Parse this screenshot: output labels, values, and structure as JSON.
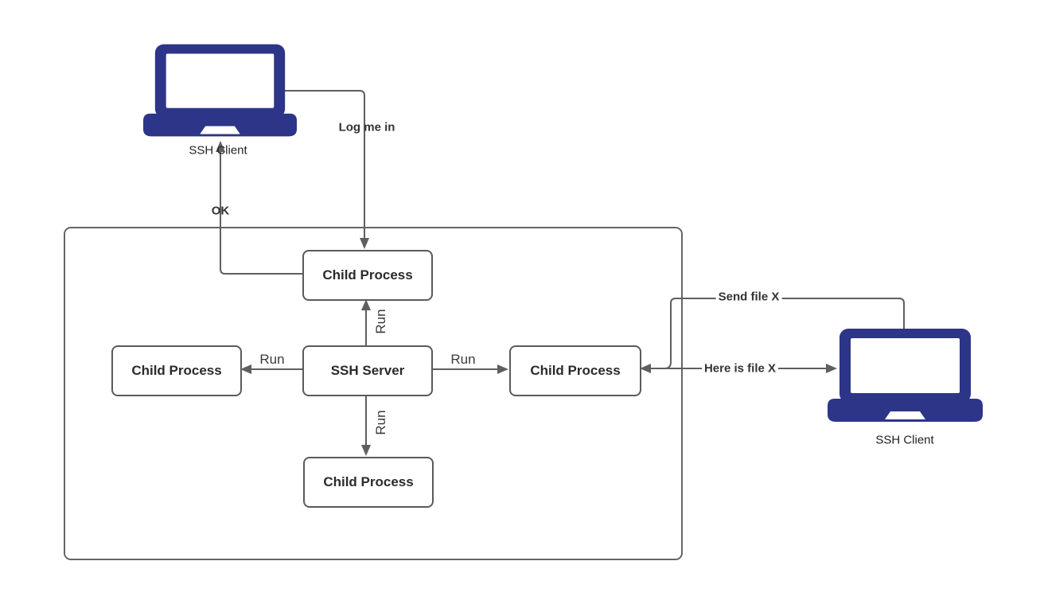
{
  "diagram": {
    "kind": "ssh-architecture-flow",
    "nodes": {
      "client_left": {
        "label": "SSH Client"
      },
      "client_right": {
        "label": "SSH Client"
      },
      "server": {
        "label": "SSH Server"
      },
      "child_top": {
        "label": "Child Process"
      },
      "child_left": {
        "label": "Child Process"
      },
      "child_right": {
        "label": "Child Process"
      },
      "child_bottom": {
        "label": "Child Process"
      }
    },
    "edges": {
      "log_me_in": {
        "label": "Log me in"
      },
      "ok": {
        "label": "OK"
      },
      "run_up": {
        "label": "Run"
      },
      "run_left": {
        "label": "Run"
      },
      "run_right": {
        "label": "Run"
      },
      "run_down": {
        "label": "Run"
      },
      "send_file": {
        "label": "Send file X"
      },
      "here_is_file": {
        "label": "Here is file X"
      }
    },
    "colors": {
      "laptop_fill": "#2d3588",
      "connector": "#5f5f5f",
      "node_border": "#5a5a5a",
      "boundary_border": "#666666",
      "text": "#2b2b2b"
    }
  }
}
